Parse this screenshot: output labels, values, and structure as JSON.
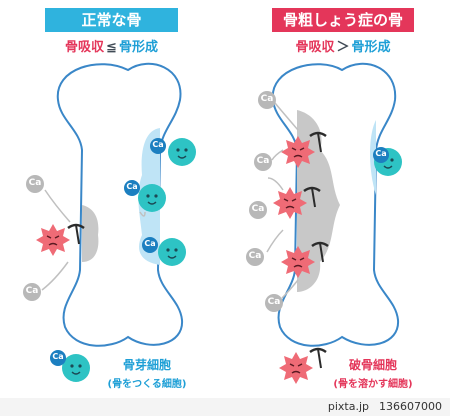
{
  "left_panel": {
    "title": "正常な骨",
    "equation": {
      "resorption": "骨吸収",
      "relation": "≦",
      "formation": "骨形成"
    }
  },
  "right_panel": {
    "title": "骨粗しょう症の骨",
    "equation": {
      "resorption": "骨吸収",
      "relation": "＞",
      "formation": "骨形成"
    }
  },
  "calcium_label": "Ca",
  "legend": {
    "osteoblast": {
      "name": "骨芽細胞",
      "description": "(骨をつくる細胞)"
    },
    "osteoclast": {
      "name": "破骨細胞",
      "description": "(骨を溶かす細胞)"
    }
  },
  "footer": {
    "site": "pixta.jp",
    "id": "136607000"
  },
  "colors": {
    "bone_outline": "#3a87c8",
    "formation_blue": "#bfe4f6",
    "resorption_gray": "#c8c8c8",
    "osteoblast_teal": "#2ec3c4",
    "osteoclast_pink": "#ef6b76",
    "title_blue": "#2fb3de",
    "title_pink": "#e4365a"
  }
}
